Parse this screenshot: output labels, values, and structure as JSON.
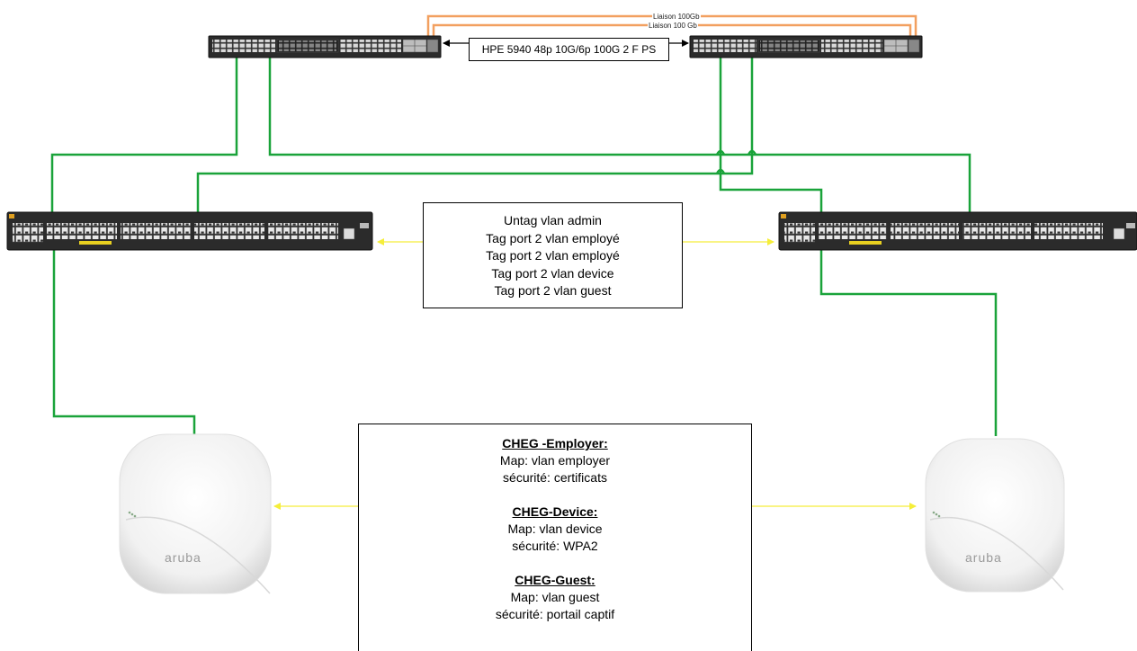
{
  "core_switches": {
    "model_label": "HPE 5940 48p 10G/6p 100G 2 F PS",
    "links": [
      "Liaison 100Gb",
      "Liaison 100 Gb"
    ]
  },
  "vlan_config": {
    "lines": [
      "Untag vlan admin",
      "Tag port 2 vlan employé",
      "Tag port 2 vlan employé",
      "Tag port 2 vlan device",
      "Tag port 2 vlan guest"
    ]
  },
  "ssids": [
    {
      "name": "CHEG -Employer:",
      "map": "Map: vlan employer",
      "security": "sécurité: certificats"
    },
    {
      "name": "CHEG-Device:",
      "map": "Map: vlan device",
      "security": "sécurité: WPA2"
    },
    {
      "name": "CHEG-Guest:",
      "map": "Map: vlan guest",
      "security": "sécurité: portail captif"
    }
  ],
  "access_points": {
    "brand": "aruba"
  },
  "colors": {
    "uplink_green": "#1aa33a",
    "stack_orange": "#f2a060",
    "annotation_yellow": "#f5ee3a",
    "switch_body": "#2b2b2b"
  }
}
